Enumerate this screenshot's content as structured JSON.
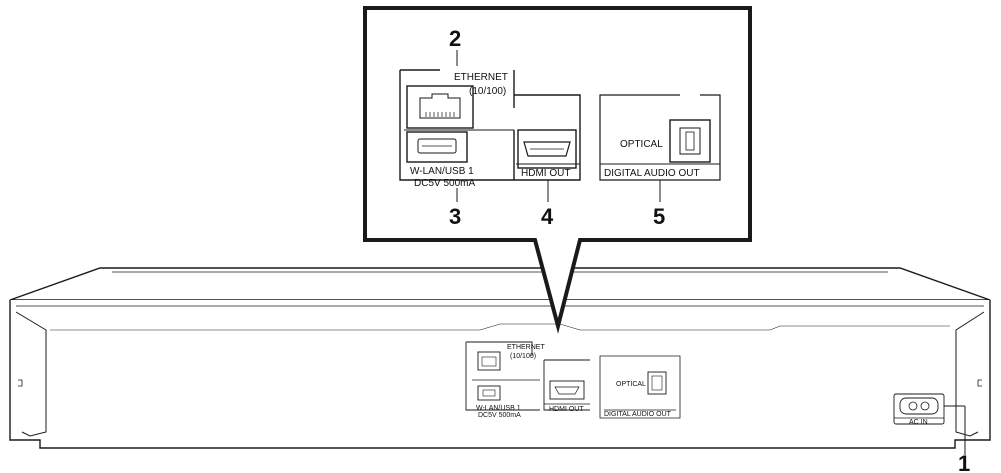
{
  "callouts": {
    "ac_in_number": "1",
    "ethernet_number": "2",
    "usb_number": "3",
    "hdmi_number": "4",
    "optical_number": "5"
  },
  "zoom_panel": {
    "ethernet_label": "ETHERNET",
    "ethernet_speed": "(10/100)",
    "usb_label_line1": "W-LAN/USB 1",
    "usb_label_line2": "DC5V 500mA",
    "hdmi_label": "HDMI OUT",
    "optical_label": "OPTICAL",
    "digital_audio_label": "DIGITAL AUDIO OUT"
  },
  "rear_panel": {
    "ethernet_label": "ETHERNET",
    "ethernet_speed": "(10/100)",
    "usb_label_line1": "W-LAN/USB 1",
    "usb_label_line2": "DC5V 500mA",
    "hdmi_label": "HDMI OUT",
    "optical_label": "OPTICAL",
    "digital_audio_label": "DIGITAL AUDIO OUT",
    "ac_in_label": "AC IN"
  },
  "colors": {
    "line": "#1a1a1a",
    "background": "#ffffff"
  }
}
